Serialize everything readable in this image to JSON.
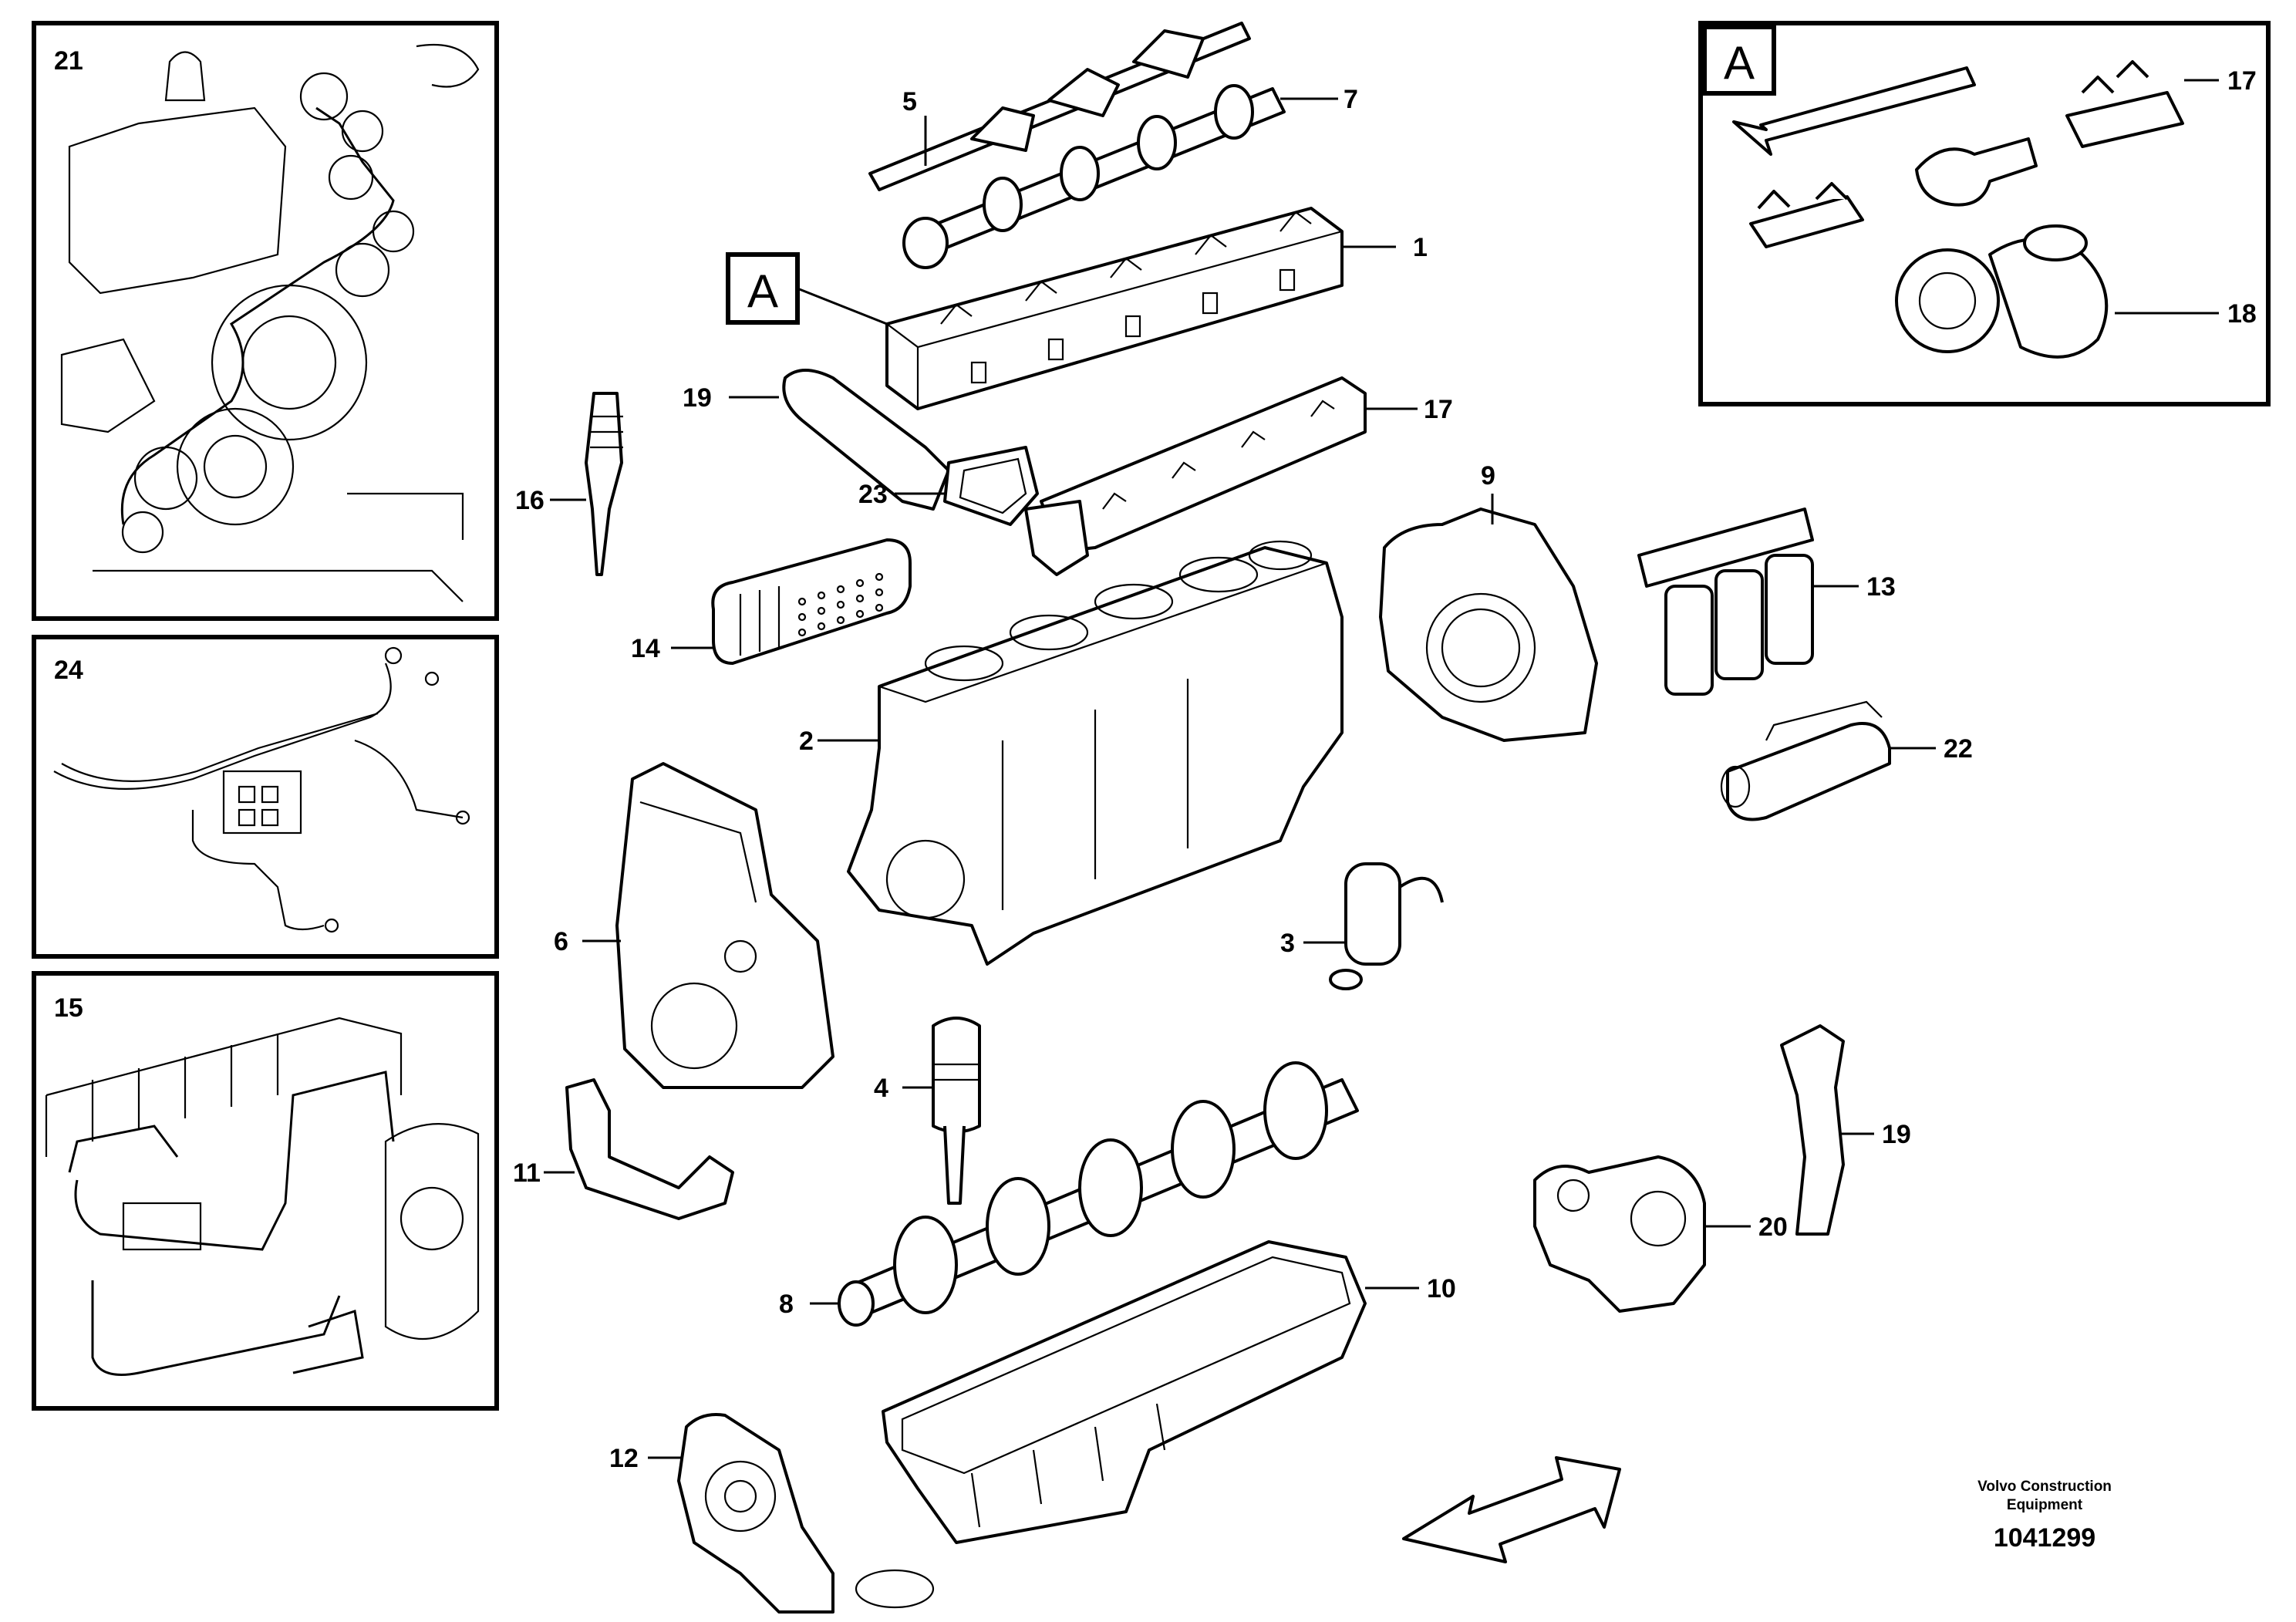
{
  "insets": {
    "inset_21": {
      "label": "21"
    },
    "inset_24": {
      "label": "24"
    },
    "inset_15": {
      "label": "15"
    },
    "inset_A": {
      "letter": "A"
    }
  },
  "callout_box_letter": "A",
  "part_labels": {
    "p1": "1",
    "p2": "2",
    "p3": "3",
    "p4": "4",
    "p5": "5",
    "p6": "6",
    "p7": "7",
    "p8": "8",
    "p9": "9",
    "p10": "10",
    "p11": "11",
    "p12": "12",
    "p13": "13",
    "p14": "14",
    "p16": "16",
    "p17_main": "17",
    "p17_inset": "17",
    "p18": "18",
    "p19_top": "19",
    "p19_right": "19",
    "p20": "20",
    "p22": "22",
    "p23": "23"
  },
  "footer": {
    "company_line1": "Volvo Construction",
    "company_line2": "Equipment",
    "drawing_number": "1041299"
  }
}
